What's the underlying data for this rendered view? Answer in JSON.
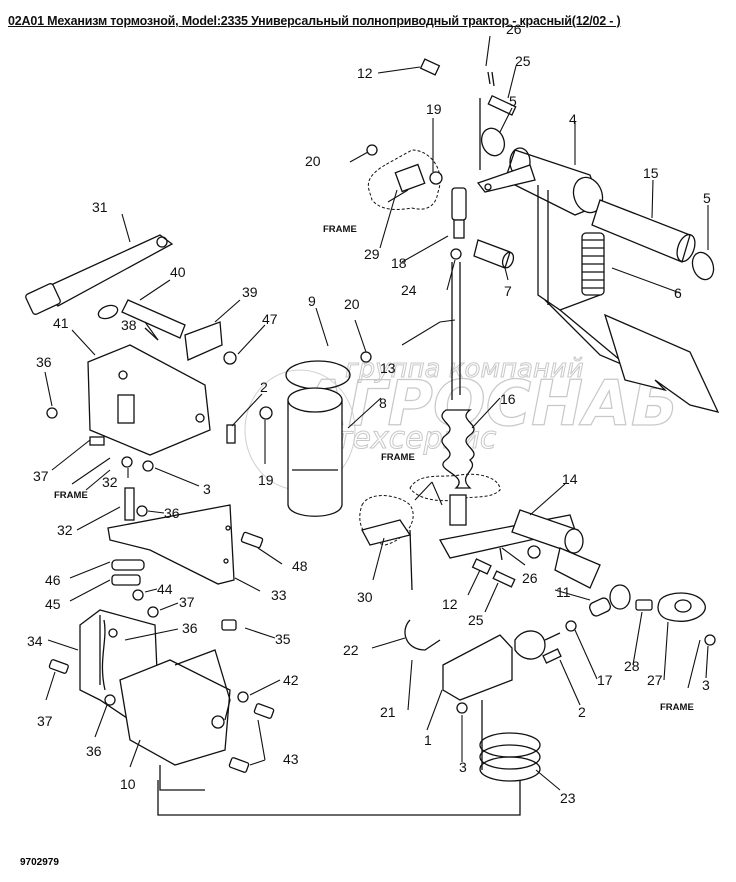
{
  "header": {
    "title": "02A01 Механизм тормозной, Model:2335 Универсальный полноприводный трактор - красный(12/02 - )"
  },
  "drawing_number": "9702979",
  "watermark": {
    "line1": "группа компаний",
    "line2": "АГРОСНАБ",
    "line3": "техсервис"
  },
  "frame_label": "FRAME",
  "callouts": [
    {
      "id": "c26a",
      "text": "26"
    },
    {
      "id": "c25a",
      "text": "25"
    },
    {
      "id": "c12a",
      "text": "12"
    },
    {
      "id": "c5a",
      "text": "5"
    },
    {
      "id": "c4",
      "text": "4"
    },
    {
      "id": "c19a",
      "text": "19"
    },
    {
      "id": "c20a",
      "text": "20"
    },
    {
      "id": "c15",
      "text": "15"
    },
    {
      "id": "c5b",
      "text": "5"
    },
    {
      "id": "c29",
      "text": "29"
    },
    {
      "id": "c18",
      "text": "18"
    },
    {
      "id": "c24",
      "text": "24"
    },
    {
      "id": "c7",
      "text": "7"
    },
    {
      "id": "c6",
      "text": "6"
    },
    {
      "id": "c31",
      "text": "31"
    },
    {
      "id": "c40",
      "text": "40"
    },
    {
      "id": "c39",
      "text": "39"
    },
    {
      "id": "c47",
      "text": "47"
    },
    {
      "id": "c38",
      "text": "38"
    },
    {
      "id": "c41",
      "text": "41"
    },
    {
      "id": "c9",
      "text": "9"
    },
    {
      "id": "c20b",
      "text": "20"
    },
    {
      "id": "c13",
      "text": "13"
    },
    {
      "id": "c36a",
      "text": "36"
    },
    {
      "id": "c2a",
      "text": "2"
    },
    {
      "id": "c8",
      "text": "8"
    },
    {
      "id": "c16",
      "text": "16"
    },
    {
      "id": "c19b",
      "text": "19"
    },
    {
      "id": "c37a",
      "text": "37"
    },
    {
      "id": "c32a",
      "text": "32"
    },
    {
      "id": "c3a",
      "text": "3"
    },
    {
      "id": "c14",
      "text": "14"
    },
    {
      "id": "c32b",
      "text": "32"
    },
    {
      "id": "c36b",
      "text": "36"
    },
    {
      "id": "c48",
      "text": "48"
    },
    {
      "id": "c46",
      "text": "46"
    },
    {
      "id": "c26b",
      "text": "26"
    },
    {
      "id": "c30",
      "text": "30"
    },
    {
      "id": "c12b",
      "text": "12"
    },
    {
      "id": "c11",
      "text": "11"
    },
    {
      "id": "c45",
      "text": "45"
    },
    {
      "id": "c44",
      "text": "44"
    },
    {
      "id": "c33",
      "text": "33"
    },
    {
      "id": "c25b",
      "text": "25"
    },
    {
      "id": "c37b",
      "text": "37"
    },
    {
      "id": "c34",
      "text": "34"
    },
    {
      "id": "c36c",
      "text": "36"
    },
    {
      "id": "c35",
      "text": "35"
    },
    {
      "id": "c22",
      "text": "22"
    },
    {
      "id": "c17",
      "text": "17"
    },
    {
      "id": "c28",
      "text": "28"
    },
    {
      "id": "c27",
      "text": "27"
    },
    {
      "id": "c3b",
      "text": "3"
    },
    {
      "id": "c42",
      "text": "42"
    },
    {
      "id": "c21",
      "text": "21"
    },
    {
      "id": "c2b",
      "text": "2"
    },
    {
      "id": "c37c",
      "text": "37"
    },
    {
      "id": "c36d",
      "text": "36"
    },
    {
      "id": "c1",
      "text": "1"
    },
    {
      "id": "c43",
      "text": "43"
    },
    {
      "id": "c3c",
      "text": "3"
    },
    {
      "id": "c10",
      "text": "10"
    },
    {
      "id": "c23",
      "text": "23"
    }
  ]
}
